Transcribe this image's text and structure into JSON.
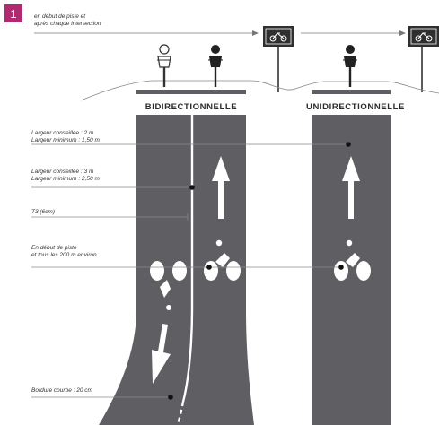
{
  "figure_number": "1",
  "top_note": [
    "en début de piste et",
    "après chaque intersection"
  ],
  "sections": {
    "bidirectional": "BIDIRECTIONNELLE",
    "unidirectional": "UNIDIRECTIONNELLE"
  },
  "annotations": [
    {
      "lines": [
        "Largeur conseillée : 2 m",
        "Largeur minimum : 1,50 m"
      ]
    },
    {
      "lines": [
        "Largeur conseillée : 3 m",
        "Largeur minimum : 2,50 m"
      ]
    },
    {
      "lines": [
        "T3 (6cm)"
      ]
    },
    {
      "lines": [
        "En début de piste",
        "et tous les 200 m environ"
      ]
    },
    {
      "lines": [
        "Bordure courbe : 20 cm"
      ]
    }
  ],
  "icons": [
    "bicycle-sign-icon",
    "cyclist-icon",
    "arrow-up-icon",
    "arrow-down-icon",
    "bicycle-marking-icon"
  ],
  "colors": {
    "badge": "#b02a6e",
    "asphalt": "#5f5f63",
    "marking": "#ffffff",
    "sign": "#333333"
  }
}
